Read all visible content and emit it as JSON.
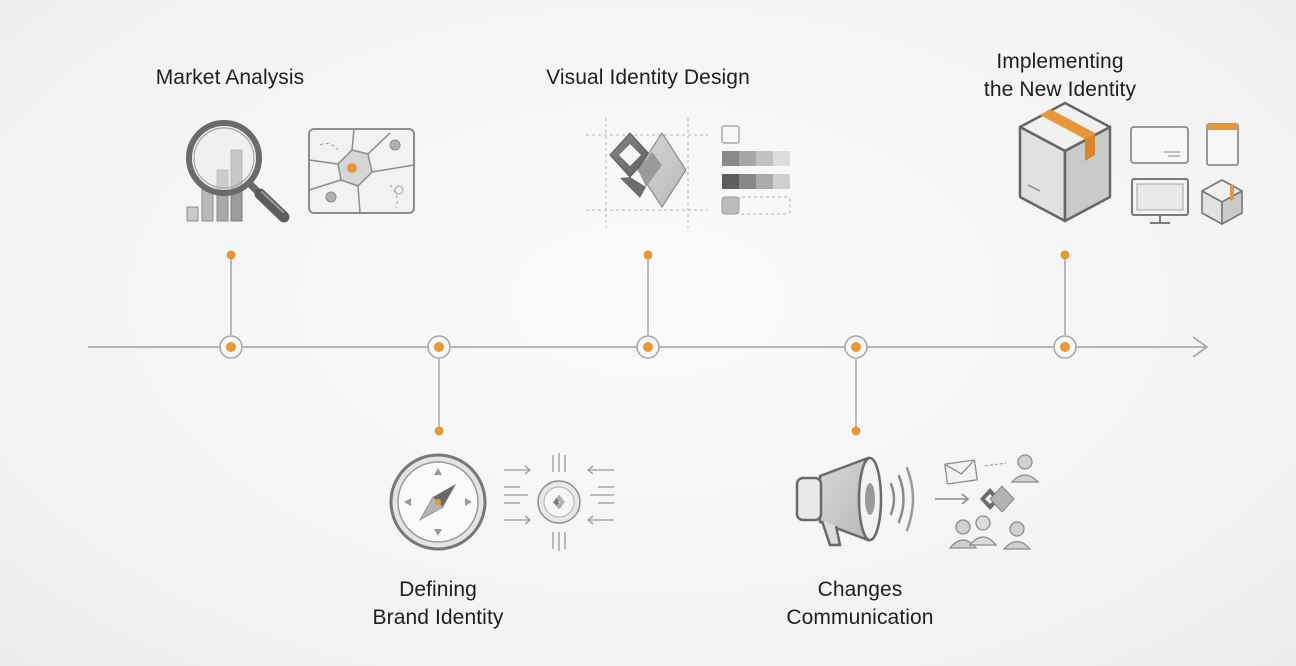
{
  "accent_color": "#e8963a",
  "line_color": "#9a9a9a",
  "icon_color": "#6f6f6f",
  "timeline": {
    "direction": "left-to-right",
    "steps": [
      {
        "position": "above",
        "title_lines": [
          "Market Analysis"
        ],
        "icons": [
          "magnifier-chart-icon",
          "map-icon"
        ]
      },
      {
        "position": "below",
        "title_lines": [
          "Defining",
          "Brand Identity"
        ],
        "icons": [
          "compass-icon",
          "focus-arrows-icon"
        ]
      },
      {
        "position": "above",
        "title_lines": [
          "Visual Identity Design"
        ],
        "icons": [
          "logo-grid-icon",
          "palette-swatches-icon"
        ]
      },
      {
        "position": "below",
        "title_lines": [
          "Changes",
          "Communication"
        ],
        "icons": [
          "megaphone-icon",
          "audience-icon"
        ]
      },
      {
        "position": "above",
        "title_lines": [
          "Implementing",
          "the New Identity"
        ],
        "icons": [
          "package-icon",
          "brand-applications-icon"
        ]
      }
    ]
  }
}
